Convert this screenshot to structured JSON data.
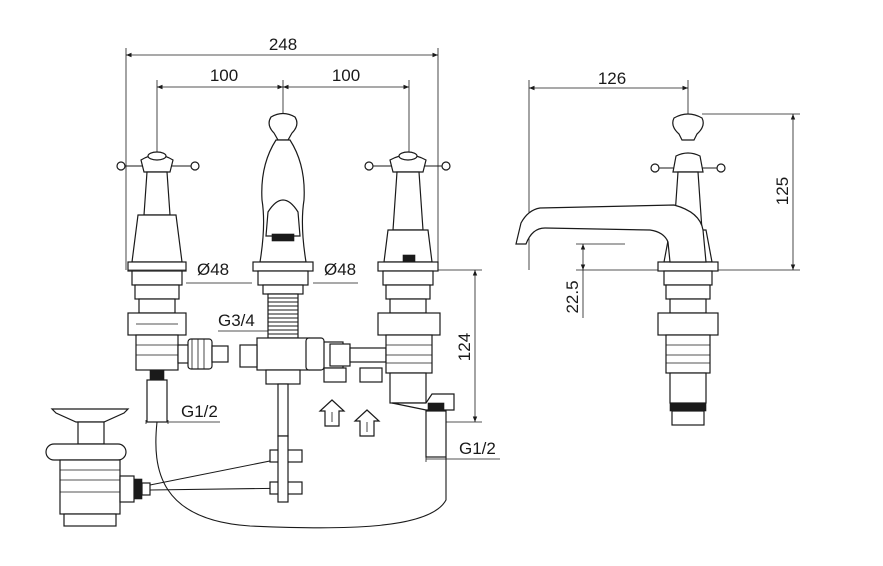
{
  "dimensions": {
    "overall_width": "248",
    "left_spacing": "100",
    "right_spacing": "100",
    "spout_projection": "126",
    "height": "125",
    "deck_to_spout": "22.5",
    "below_deck": "124",
    "left_handle_diameter": "Ø48",
    "spout_base_diameter": "Ø48",
    "spout_inlet_thread": "G3/4",
    "left_outlet_thread": "G1/2",
    "waste_thread": "G1/2"
  }
}
